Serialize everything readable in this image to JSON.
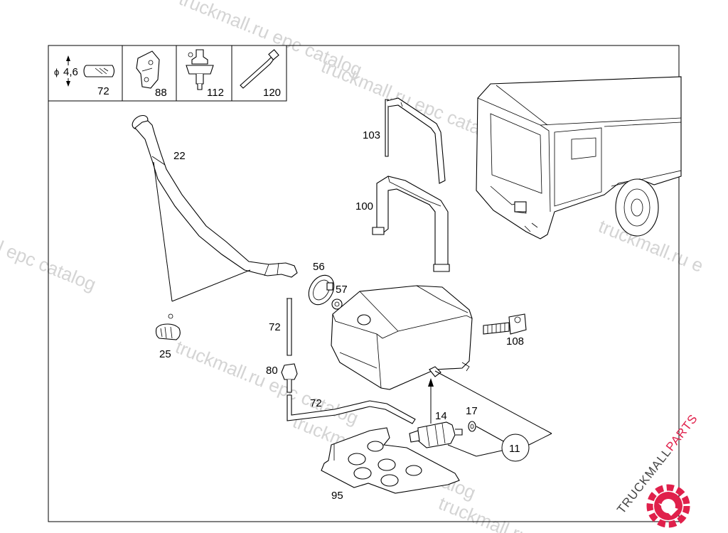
{
  "legend": {
    "diameter_symbol": "ϕ",
    "diameter_value": "4,6",
    "items": [
      {
        "label": "72"
      },
      {
        "label": "88"
      },
      {
        "label": "112"
      },
      {
        "label": "120"
      }
    ]
  },
  "parts": {
    "p22": "22",
    "p25": "25",
    "p56": "56",
    "p57": "57",
    "p72a": "72",
    "p72b": "72",
    "p80": "80",
    "p14": "14",
    "p17": "17",
    "p11": "11",
    "p95": "95",
    "p100": "100",
    "p103": "103",
    "p108": "108"
  },
  "watermark": {
    "text_1": "truckmall.ru epc catalog",
    "text_2": "l epc catalog",
    "text_3": "truckmall.ru epc catalog",
    "text_4": "truckmall.ru epc catalog",
    "text_5": "truckmall.ru e",
    "text_6": "truckmall.ru epc catalog",
    "text_7": "truckmall.ru"
  },
  "brand": {
    "text_dark": "TRUCKMALL",
    "text_accent": "PARTS",
    "accent_color": "#e0204b",
    "icon": "gear-icon"
  }
}
